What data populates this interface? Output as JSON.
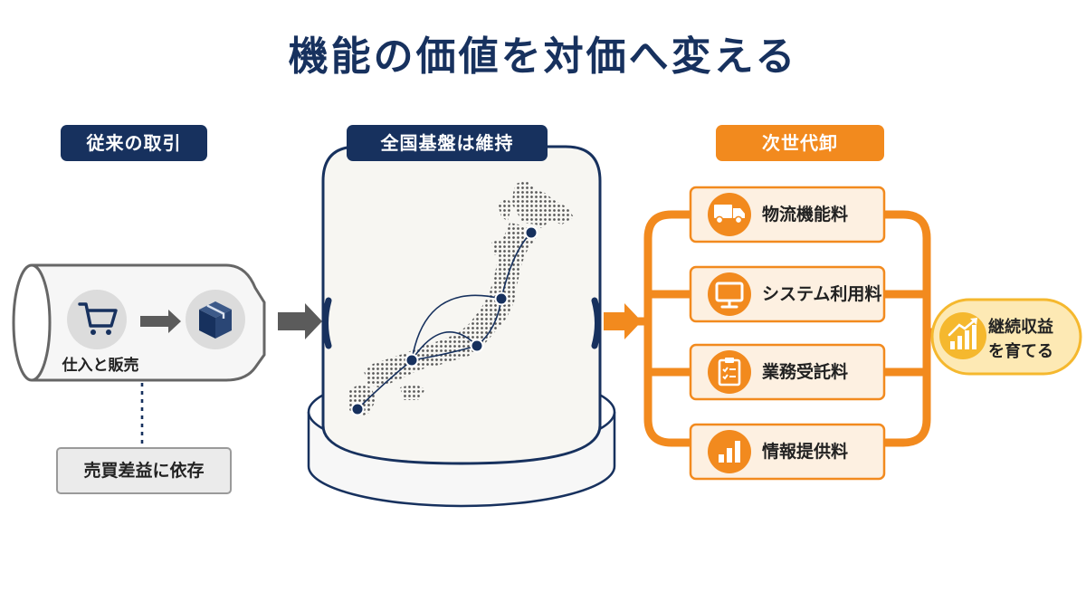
{
  "title": "機能の価値を対価へ変える",
  "left": {
    "header": "従来の取引",
    "process_label": "仕入と販売",
    "dependency": "売買差益に依存",
    "icons": [
      "cart-icon",
      "box-icon"
    ]
  },
  "center": {
    "header": "全国基盤は維持",
    "icon": "japan-map-network"
  },
  "right": {
    "header": "次世代卸",
    "fees": [
      {
        "label": "物流機能料",
        "icon": "truck-icon"
      },
      {
        "label": "システム利用料",
        "icon": "monitor-icon"
      },
      {
        "label": "業務受託料",
        "icon": "clipboard-icon"
      },
      {
        "label": "情報提供料",
        "icon": "bar-chart-icon"
      }
    ],
    "result": {
      "line1": "継続収益",
      "line2": "を育てる",
      "icon": "growth-chart-icon"
    }
  },
  "colors": {
    "navy": "#17315e",
    "orange": "#f28a1e",
    "light_orange": "#fdf0e1",
    "gray": "#8a8a8a",
    "yellow": "#f5b82e"
  }
}
